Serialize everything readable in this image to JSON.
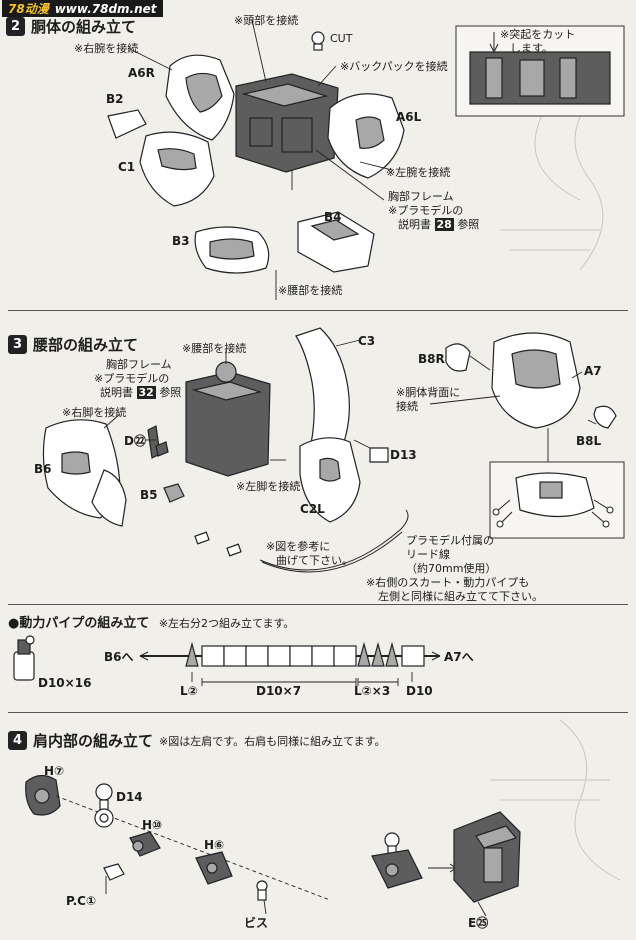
{
  "watermark": {
    "brand": "78动漫",
    "url": "www.78dm.net"
  },
  "step2": {
    "num": "2",
    "title": "胴体の組み立て",
    "labels": {
      "head": "※頭部を接続",
      "cut": "CUT",
      "backpack": "※バックパックを接続",
      "right_arm": "※右腕を接続",
      "left_arm": "※左腕を接続",
      "a6r": "A6R",
      "a6l": "A6L",
      "b2": "B2",
      "c1": "C1",
      "b3": "B3",
      "b4": "B4",
      "chest_frame": "胸部フレーム",
      "chest_note_1": "※プラモデルの",
      "chest_note_2": "説明書",
      "chest_ref": "28",
      "chest_ref_suffix": "参照",
      "waist": "※腰部を接続",
      "cut_note_1": "※突起をカット",
      "cut_note_2": "します。"
    }
  },
  "step3": {
    "num": "3",
    "title": "腰部の組み立て",
    "labels": {
      "waist": "※腰部を接続",
      "chest_frame": "胸部フレーム",
      "chest_note_1": "※プラモデルの",
      "chest_note_2": "説明書",
      "chest_ref": "32",
      "chest_ref_suffix": "参照",
      "right_leg": "※右脚を接続",
      "left_leg": "※左脚を接続",
      "torso_back_1": "※胴体背面に",
      "torso_back_2": "接続",
      "c3": "C3",
      "b8r": "B8R",
      "a7": "A7",
      "b8l": "B8L",
      "d22": "D㉒",
      "d13": "D13",
      "b6": "B6",
      "b5": "B5",
      "c2l": "C2L",
      "bend_1": "※図を参考に",
      "bend_2": "曲げて下さい。",
      "lead_1": "プラモデル付属の",
      "lead_2": "リード線",
      "lead_3": "（約70mm使用）",
      "skirt_1": "※右側のスカート・動力パイプも",
      "skirt_2": "左側と同様に組み立てて下さい。"
    }
  },
  "pipe": {
    "title": "●動力パイプの組み立て",
    "note": "※左右分2つ組み立てます。",
    "left_end": "B6へ",
    "right_end": "A7へ",
    "d10x16": "D10×16",
    "l2": "L②",
    "d10x7": "D10×7",
    "l2x3": "L②×3",
    "d10": "D10"
  },
  "step4": {
    "num": "4",
    "title": "肩内部の組み立て",
    "note": "※図は左肩です。右肩も同様に組み立てます。",
    "labels": {
      "h7": "H⑦",
      "d14": "D14",
      "h10": "H⑩",
      "h6": "H⑥",
      "pc1": "P.C①",
      "screw": "ビス",
      "e25": "E㉕"
    }
  }
}
